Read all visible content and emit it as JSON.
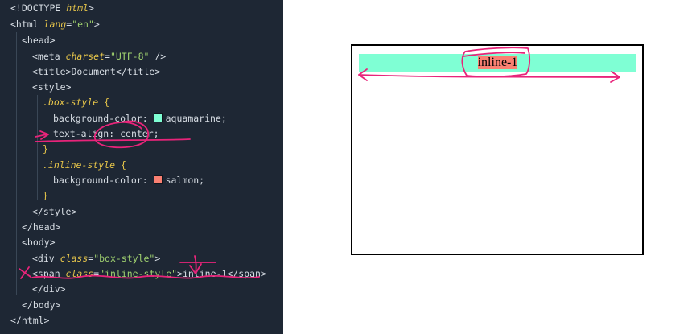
{
  "editor": {
    "lines": [
      "<!DOCTYPE html>",
      "<html lang=\"en\">",
      "<head>",
      "<meta charset=\"UTF-8\" />",
      "<title>Document</title>",
      "<style>",
      ".box-style {",
      "background-color: aquamarine;",
      "text-align: center;",
      "}",
      ".inline-style {",
      "background-color: salmon;",
      "}",
      "</style>",
      "</head>",
      "<body>",
      "<div class=\"box-style\">",
      "<span class=\"inline-style\">inline-1</span>",
      "</div>",
      "</body>",
      "</html>"
    ],
    "tokens": {
      "doctype_open": "<!DOCTYPE ",
      "doctype_html": "html",
      "doctype_close": ">",
      "html_open": "<html ",
      "html_lang_attr": "lang",
      "html_eq": "=",
      "html_lang_val": "\"en\"",
      "html_close": ">",
      "head_open": "<head>",
      "meta_open": "<meta ",
      "meta_attr": "charset",
      "meta_eq": "=",
      "meta_val": "\"UTF-8\"",
      "meta_close": " />",
      "title_line": "<title>Document</title>",
      "style_open": "<style>",
      "sel_box": ".box-style",
      "brace_open": " {",
      "prop_bg": "background-color: ",
      "val_aquamarine": "aquamarine;",
      "prop_align": "text-align: ",
      "val_center": "center;",
      "brace_close": "}",
      "sel_inline": ".inline-style",
      "val_salmon": "salmon;",
      "style_close": "</style>",
      "head_close": "</head>",
      "body_open": "<body>",
      "div_open": "<div ",
      "class_attr": "class",
      "eq": "=",
      "div_class_val": "\"box-style\"",
      "tag_end": ">",
      "span_open": "<span ",
      "span_class_val": "\"inline-style\"",
      "span_text": "inline-1",
      "span_close": "</span>",
      "div_close": "</div>",
      "body_close": "</body>",
      "html_end": "</html>"
    }
  },
  "colors": {
    "aquamarine": "#7fffd4",
    "salmon": "#fa8072",
    "annotation": "#e8247a",
    "editor_bg": "#1e2734"
  },
  "preview": {
    "span_text": "inline-1"
  }
}
